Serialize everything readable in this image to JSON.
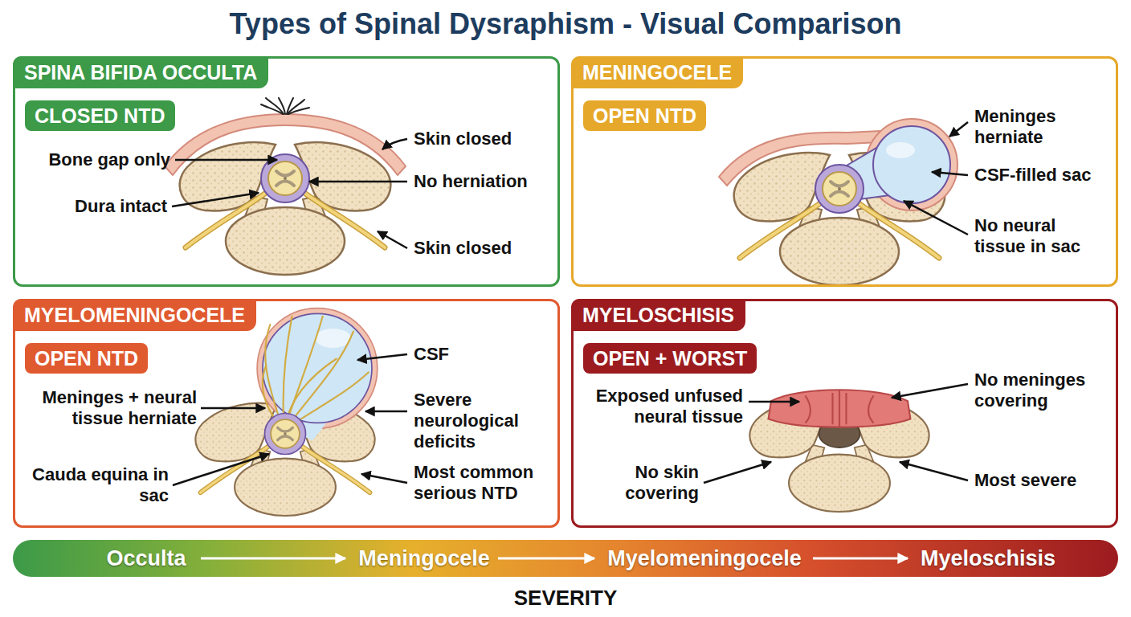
{
  "diagram": {
    "title": "Types of Spinal Dysraphism - Visual Comparison",
    "nodes": [
      {
        "text": [
          "SPINA BIFIDA OCCULTA"
        ]
      },
      {
        "text": [
          "CLOSED NTD"
        ],
        "in": 0
      },
      {
        "text": [
          "MENINGOCELE"
        ]
      },
      {
        "text": [
          "OPEN NTD"
        ],
        "in": 2
      },
      {
        "text": [
          "MYELOMENINGOCELE"
        ]
      },
      {
        "text": [
          "OPEN NTD"
        ],
        "in": 4
      },
      {
        "text": [
          "MYELOSCHISIS"
        ]
      },
      {
        "text": [
          "OPEN + WORST"
        ],
        "in": 6
      },
      {
        "text": [
          "Occulta",
          "Meningocele",
          "Myelomeningocele",
          "Myeloschisis"
        ]
      }
    ],
    "labels": [
      "Bone gap only",
      "Dura intact",
      "Skin closed",
      "No herniation",
      "Skin closed",
      "Meninges herniate",
      "CSF-filled sac",
      "No neural tissue in sac",
      "Meninges + neural tissue herniate",
      "Cauda equina in sac",
      "CSF",
      "Severe neurological deficits",
      "Most common serious NTD",
      "Exposed unfused neural tissue",
      "No skin covering",
      "No meninges covering",
      "Most severe",
      "SEVERITY"
    ]
  }
}
